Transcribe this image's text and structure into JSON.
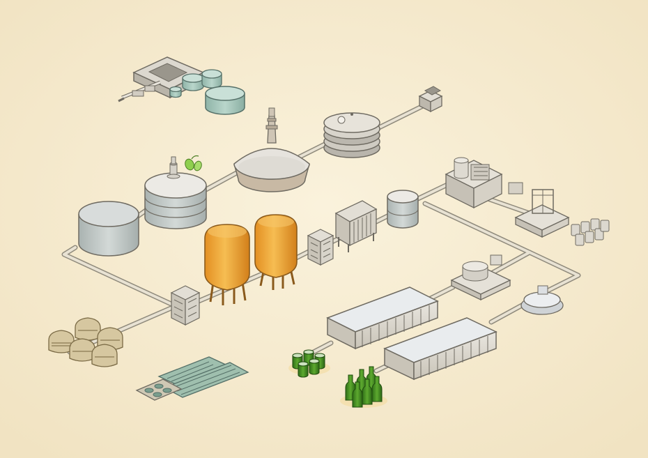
{
  "scene": {
    "kind": "isometric brewery process illustration",
    "background_color": "#f6ebcf",
    "pipe_color": "#e2dccd",
    "pipe_outline_color": "#8f8a7c",
    "colors": {
      "fermenter_amber": "#eca53c",
      "bottle_green": "#3f8a22",
      "storage_grey": "#c6ccca",
      "mash_tun": "#d8d3ca",
      "hops_green": "#9bd45e",
      "waste_water_teal": "#a7c9bc",
      "malt_sack_beige": "#d6c7a0",
      "warehouse_roof": "#dfe3e6"
    },
    "equipment": [
      "water-treatment-unit",
      "hopper",
      "lauter-tun",
      "mash-tun",
      "wort-kettle",
      "hot-liquor-tank",
      "heat-exchanger",
      "fermentation-tank",
      "filter-press",
      "bright-beer-tank",
      "keg-filling-machine",
      "keg-stack",
      "pasteurizer",
      "labeling-machine",
      "bottling-line",
      "can-pack",
      "bottle-group",
      "malt-sacks",
      "drying-floor",
      "spent-grain-pads"
    ],
    "labels": []
  }
}
